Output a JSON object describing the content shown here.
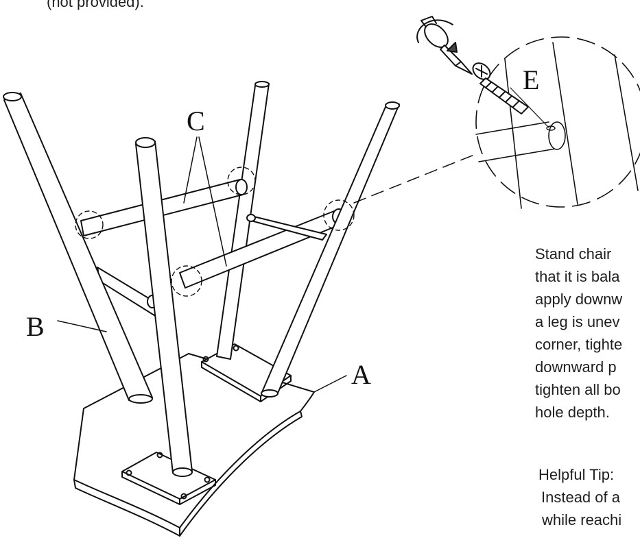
{
  "top_note": "(not provided).",
  "labels": {
    "a": "A",
    "b": "B",
    "c": "C",
    "e": "E"
  },
  "instructions": [
    "Stand chair",
    "that it is bala",
    "apply downw",
    "a leg is unev",
    "corner, tighte",
    "downward p",
    "tighten all bo",
    "hole depth."
  ],
  "tip": [
    "Helpful Tip:",
    "Instead of a",
    "while reachi"
  ],
  "icons": [
    "screwdriver-rotation-icon",
    "screw-icon"
  ]
}
